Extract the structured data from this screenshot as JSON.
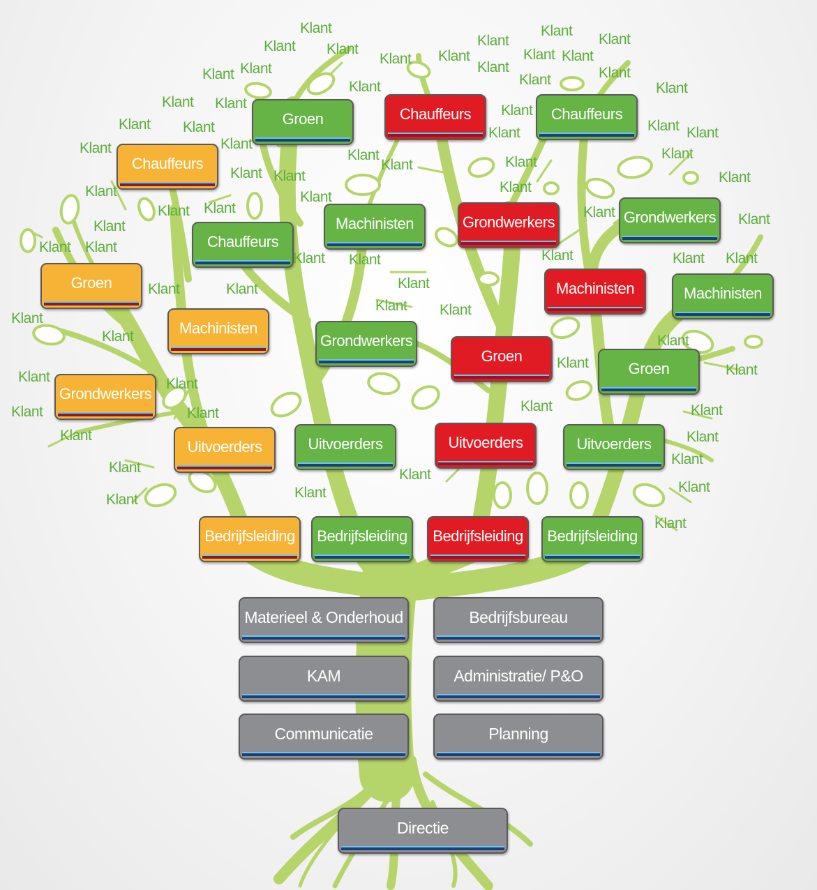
{
  "customer_label": "Klant",
  "colors": {
    "green": "#66b446",
    "red": "#e01b24",
    "orange": "#f7b335",
    "grey": "#8d8e91",
    "tree": "#b5d56a",
    "customer_text": "#5cae3a"
  },
  "directie": {
    "label": "Directie"
  },
  "support_units": [
    {
      "label": "Materieel & Onderhoud"
    },
    {
      "label": "Bedrijfsbureau"
    },
    {
      "label": "KAM"
    },
    {
      "label": "Administratie/ P&O"
    },
    {
      "label": "Communicatie"
    },
    {
      "label": "Planning"
    }
  ],
  "branches": {
    "orange": [
      {
        "label": "Bedrijfsleiding"
      },
      {
        "label": "Uitvoerders"
      },
      {
        "label": "Grondwerkers"
      },
      {
        "label": "Machinisten"
      },
      {
        "label": "Groen"
      },
      {
        "label": "Chauffeurs"
      }
    ],
    "green_left": [
      {
        "label": "Bedrijfsleiding"
      },
      {
        "label": "Uitvoerders"
      },
      {
        "label": "Grondwerkers"
      },
      {
        "label": "Machinisten"
      },
      {
        "label": "Chauffeurs"
      },
      {
        "label": "Groen"
      }
    ],
    "red": [
      {
        "label": "Bedrijfsleiding"
      },
      {
        "label": "Uitvoerders"
      },
      {
        "label": "Groen"
      },
      {
        "label": "Machinisten"
      },
      {
        "label": "Grondwerkers"
      },
      {
        "label": "Chauffeurs"
      }
    ],
    "green_right": [
      {
        "label": "Bedrijfsleiding"
      },
      {
        "label": "Uitvoerders"
      },
      {
        "label": "Groen"
      },
      {
        "label": "Machinisten"
      },
      {
        "label": "Grondwerkers"
      },
      {
        "label": "Chauffeurs"
      }
    ]
  }
}
